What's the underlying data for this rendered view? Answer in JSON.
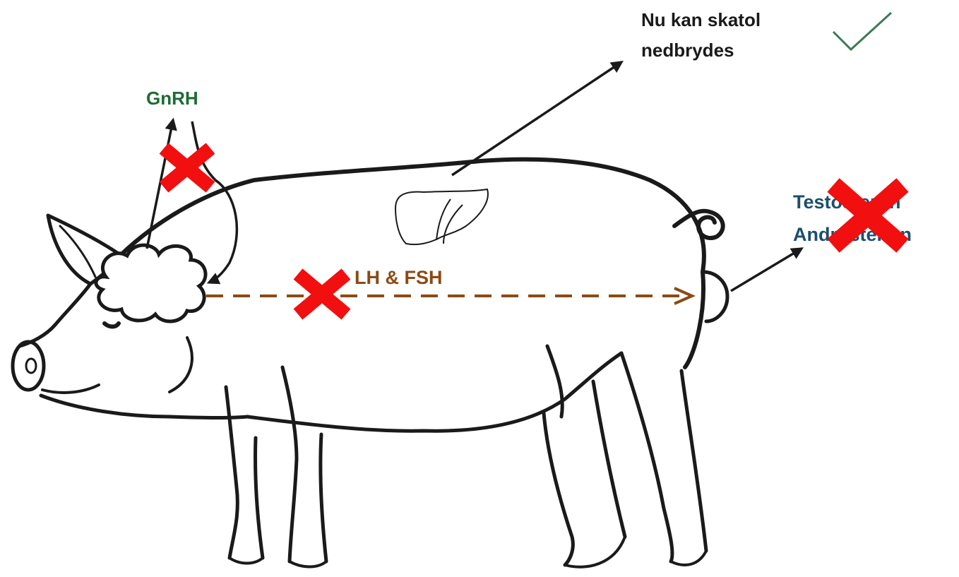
{
  "labels": {
    "skatol_line1": "Nu kan skatol",
    "skatol_line2": "nedbrydes",
    "gnrh": "GnRH",
    "lh_fsh": "LH & FSH",
    "hormone_line1": "Testosteron",
    "hormone_line2": "Androstenon"
  },
  "colors": {
    "gnrh_text": "#1e6b35",
    "lh_fsh_text": "#8b4a14",
    "hormone_text": "#1d4e6e",
    "blocked_cross": "#f20f0f",
    "checkmark": "#3c7a55",
    "outline": "#1a1a1a"
  },
  "icons": {
    "check": "checkmark-icon",
    "blocked": "red-x-cross-icon",
    "liver": "liver-icon",
    "brain": "brain-cloud-icon"
  }
}
